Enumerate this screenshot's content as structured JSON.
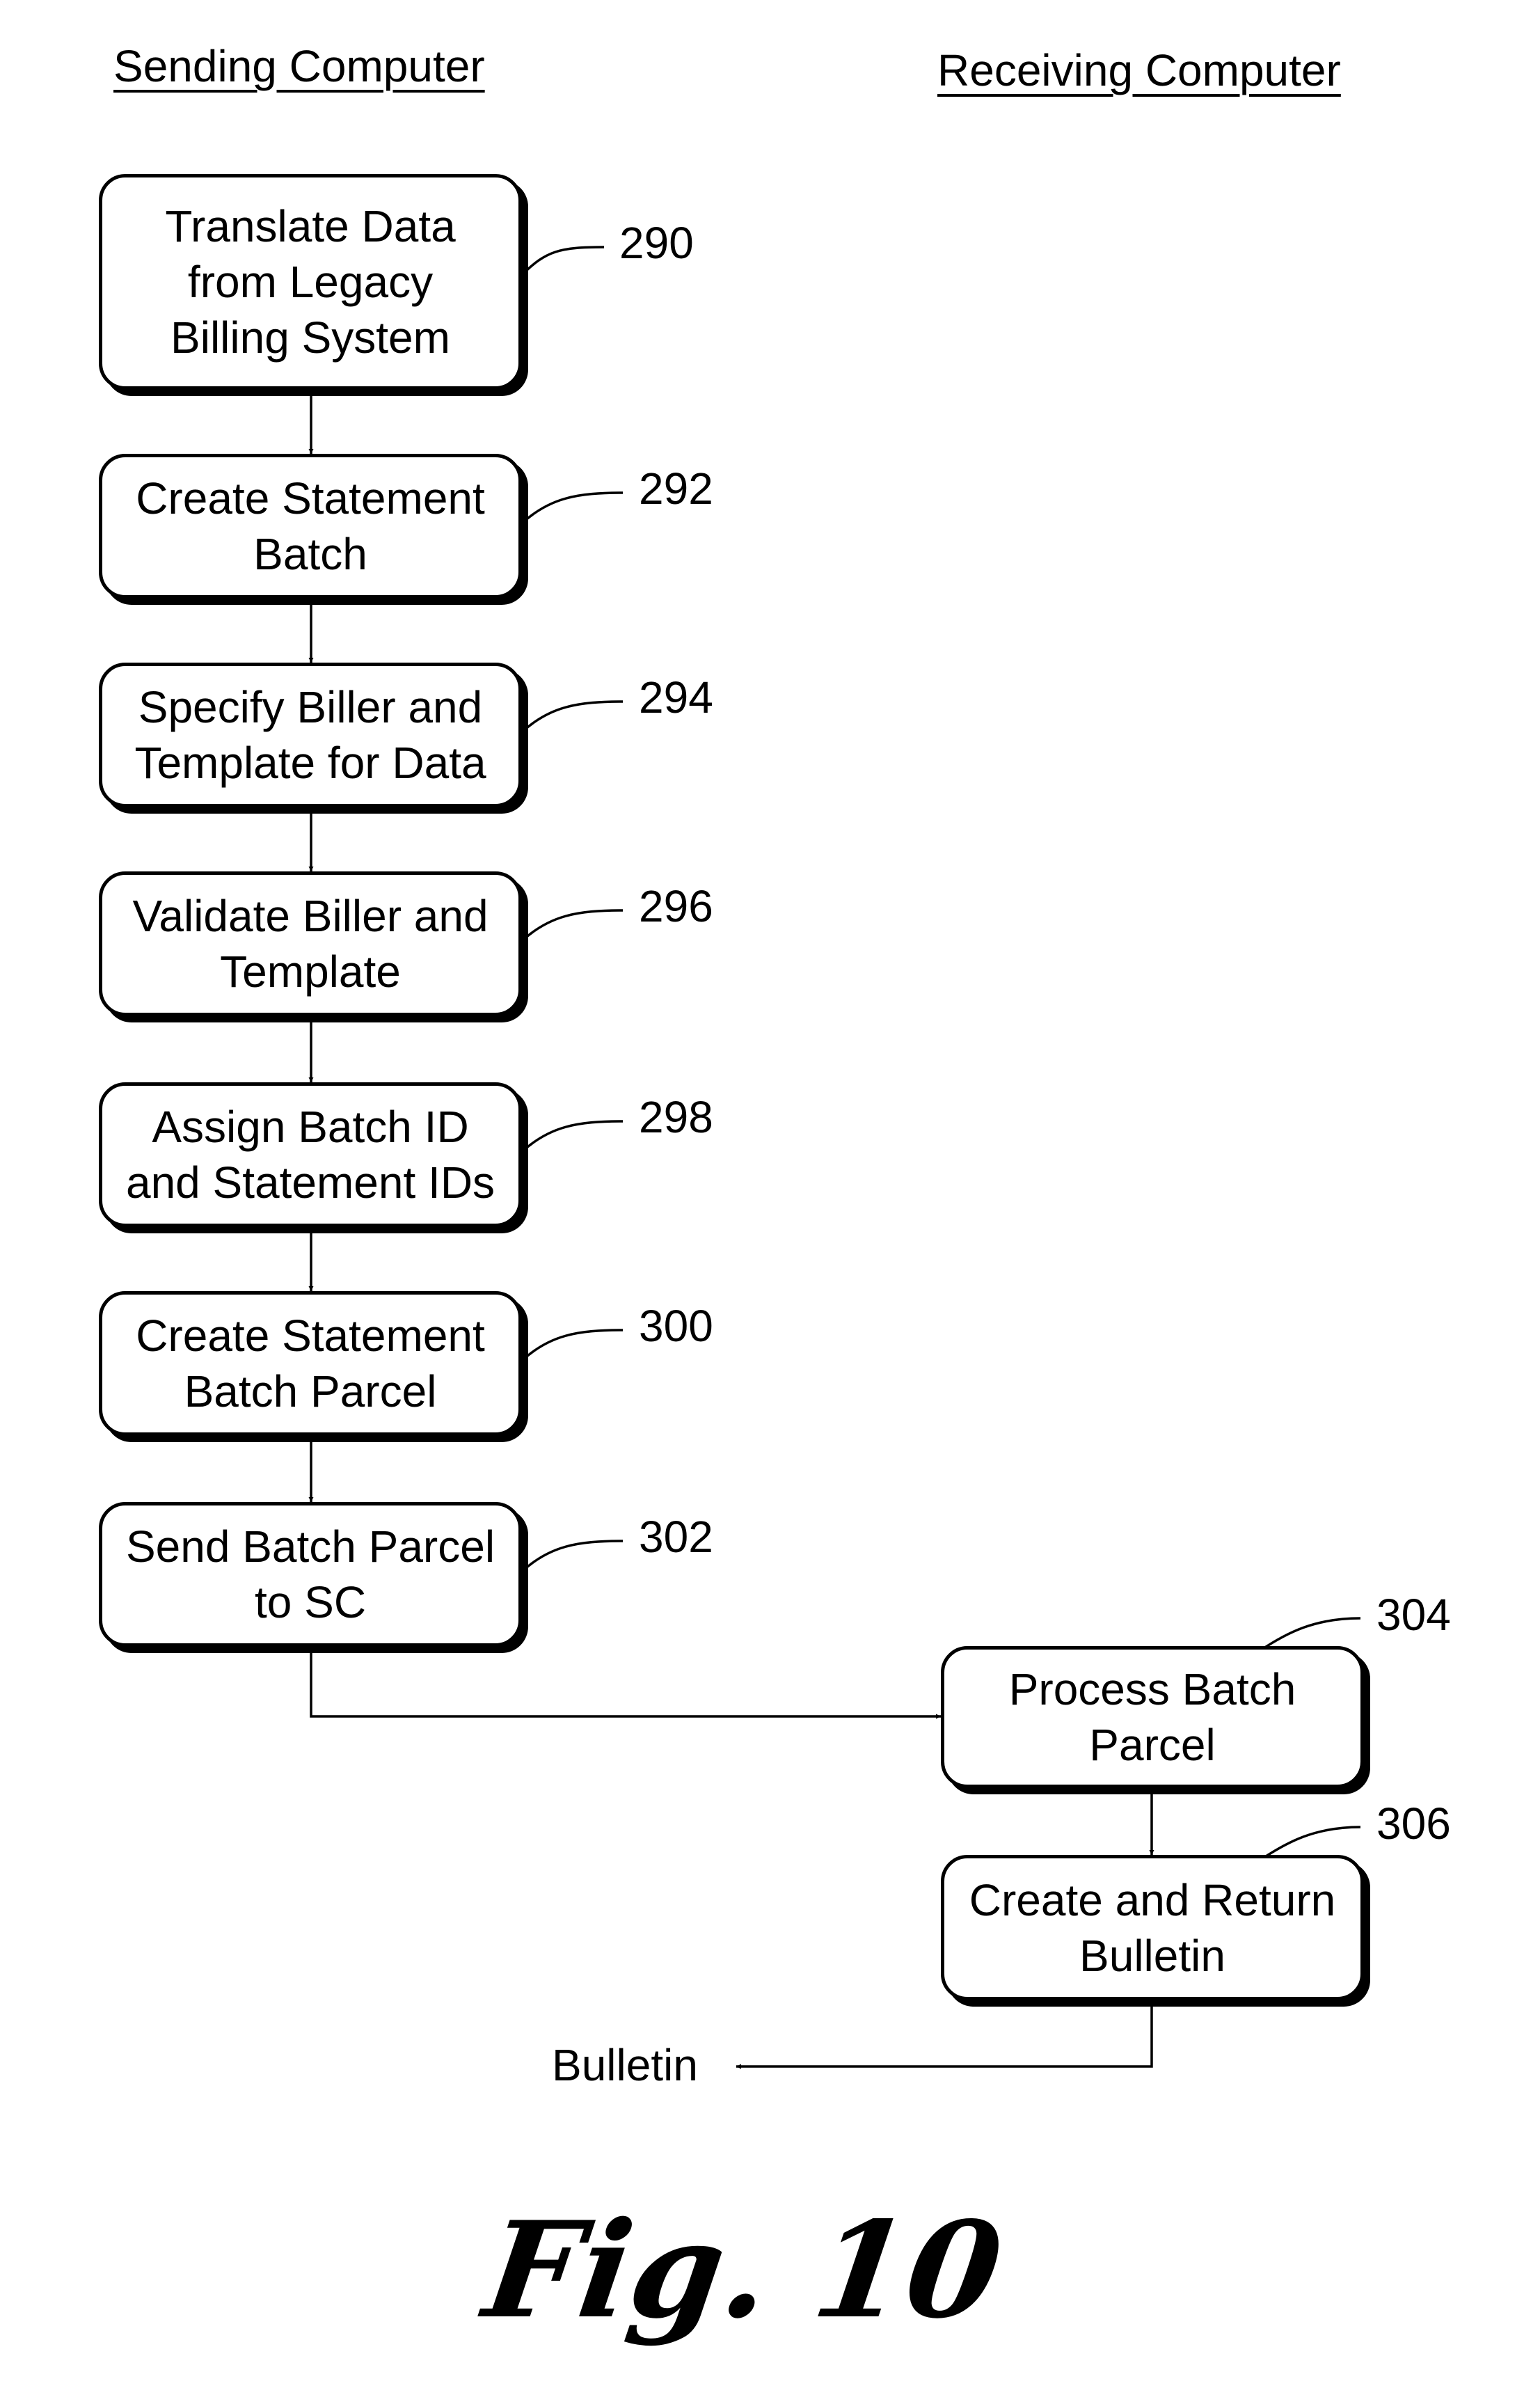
{
  "headings": {
    "sending": "Sending Computer",
    "receiving": "Receiving Computer"
  },
  "steps": [
    {
      "id": "290",
      "label": "Translate Data\nfrom Legacy\nBilling System"
    },
    {
      "id": "292",
      "label": "Create Statement\nBatch"
    },
    {
      "id": "294",
      "label": "Specify Biller and\nTemplate for Data"
    },
    {
      "id": "296",
      "label": "Validate Biller and\nTemplate"
    },
    {
      "id": "298",
      "label": "Assign Batch ID\nand Statement IDs"
    },
    {
      "id": "300",
      "label": "Create Statement\nBatch Parcel"
    },
    {
      "id": "302",
      "label": "Send Batch Parcel\nto SC"
    },
    {
      "id": "304",
      "label": "Process Batch\nParcel"
    },
    {
      "id": "306",
      "label": "Create and Return\nBulletin"
    }
  ],
  "output": {
    "label": "Bulletin"
  },
  "caption": "Fig. 10",
  "colors": {
    "ink": "#000000",
    "paper": "#ffffff"
  }
}
